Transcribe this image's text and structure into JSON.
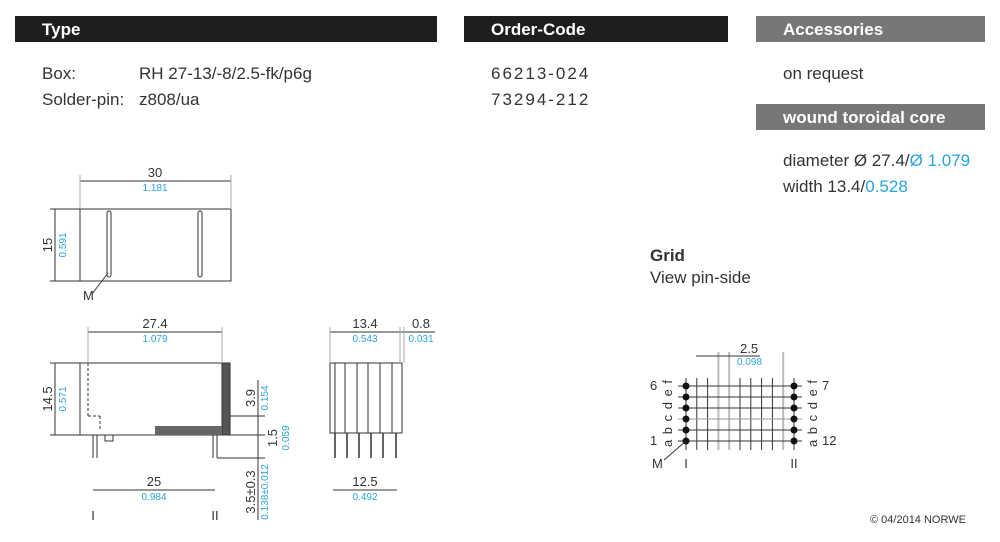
{
  "headers": {
    "type": "Type",
    "order": "Order-Code",
    "accessories": "Accessories",
    "core": "wound toroidal core"
  },
  "type": {
    "box_label": "Box:",
    "box_value": "RH 27-13/-8/2.5-fk/p6g",
    "pin_label": "Solder-pin:",
    "pin_value": "z808/ua"
  },
  "order": {
    "box_code": "66213-024",
    "pin_code": "73294-212"
  },
  "accessories": {
    "value": "on request"
  },
  "core": {
    "diameter_label": "diameter  Ø 27.4",
    "diameter_sep": "/",
    "diameter_in": "Ø 1.079",
    "width_label": "width 13.4",
    "width_sep": "/",
    "width_in": "0.528"
  },
  "grid": {
    "title": "Grid",
    "subtitle": "View pin-side",
    "pitch": "2.5",
    "pitch_in": "0.098",
    "left_top": "6",
    "left_bottom": "1",
    "right_top": "7",
    "right_bottom": "12",
    "rows": "a b c d e f",
    "marker": "M",
    "side1": "I",
    "side2": "II"
  },
  "top_view": {
    "width": "30",
    "width_in": "1.181",
    "height": "15",
    "height_in": "0.591",
    "marker": "M"
  },
  "side_view": {
    "width": "27.4",
    "width_in": "1.079",
    "height": "14.5",
    "height_in": "0.571",
    "d1": "3.9",
    "d1_in": "0.154",
    "d2": "1.5",
    "d2_in": "0.059",
    "d3": "3.5±0.3",
    "d3_in": "0.138±0.012",
    "pitch": "25",
    "pitch_in": "0.984",
    "side1": "I",
    "side2": "II"
  },
  "end_view": {
    "width": "13.4",
    "width_in": "0.543",
    "offset": "0.8",
    "offset_in": "0.031",
    "pin_span": "12.5",
    "pin_span_in": "0.492"
  },
  "copyright": "© 04/2014 NORWE"
}
